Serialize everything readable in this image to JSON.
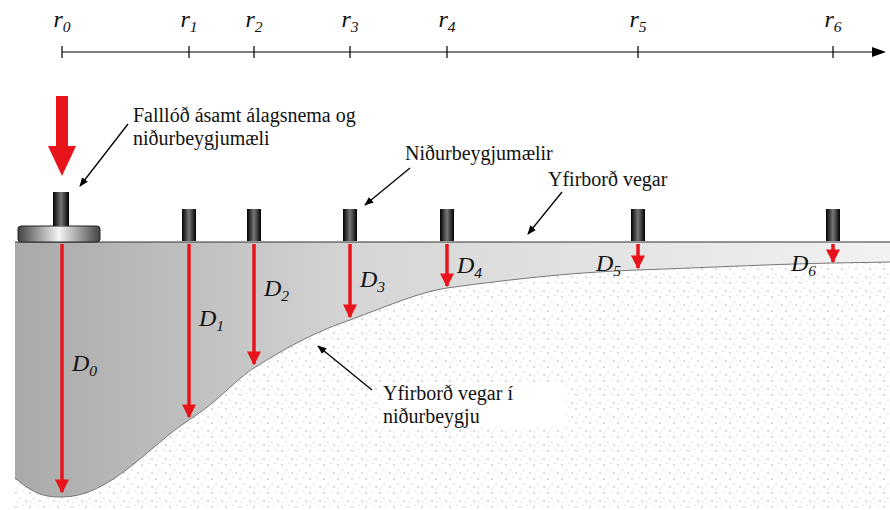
{
  "diagram": {
    "labels": [
      "r0",
      "r1",
      "r2",
      "r3",
      "r4",
      "r5",
      "r6",
      "Falllóð ásamt álagsnema og niðurbeygjumæli",
      "Niðurbeygjumælir",
      "Yfirborð vegar",
      "D0",
      "D1",
      "D2",
      "D3",
      "D4",
      "D5",
      "D6",
      "Yfirborð vegar í niðurbeygju"
    ]
  }
}
